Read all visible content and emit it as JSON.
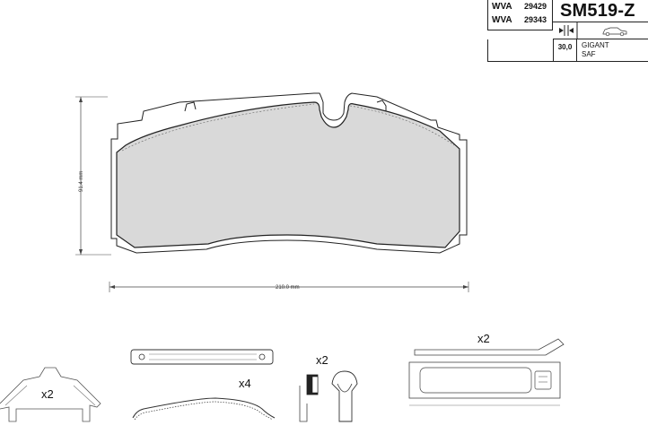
{
  "title_block": {
    "wva_rows": [
      {
        "label": "WVA",
        "number": "29429"
      },
      {
        "label": "WVA",
        "number": "29343"
      }
    ],
    "part_code": "SM519-Z",
    "thickness": "30,0",
    "vehicles": [
      "GIGANT",
      "SAF"
    ],
    "icons": [
      "thickness-arrows-icon",
      "car-icon"
    ]
  },
  "dimensions": {
    "height": "91.4 mm",
    "width": "210.0 mm"
  },
  "accessories": {
    "clips_qty": "x2",
    "springs_qty": "x4",
    "pins_qty": "x2",
    "plate_qty": "x2"
  }
}
